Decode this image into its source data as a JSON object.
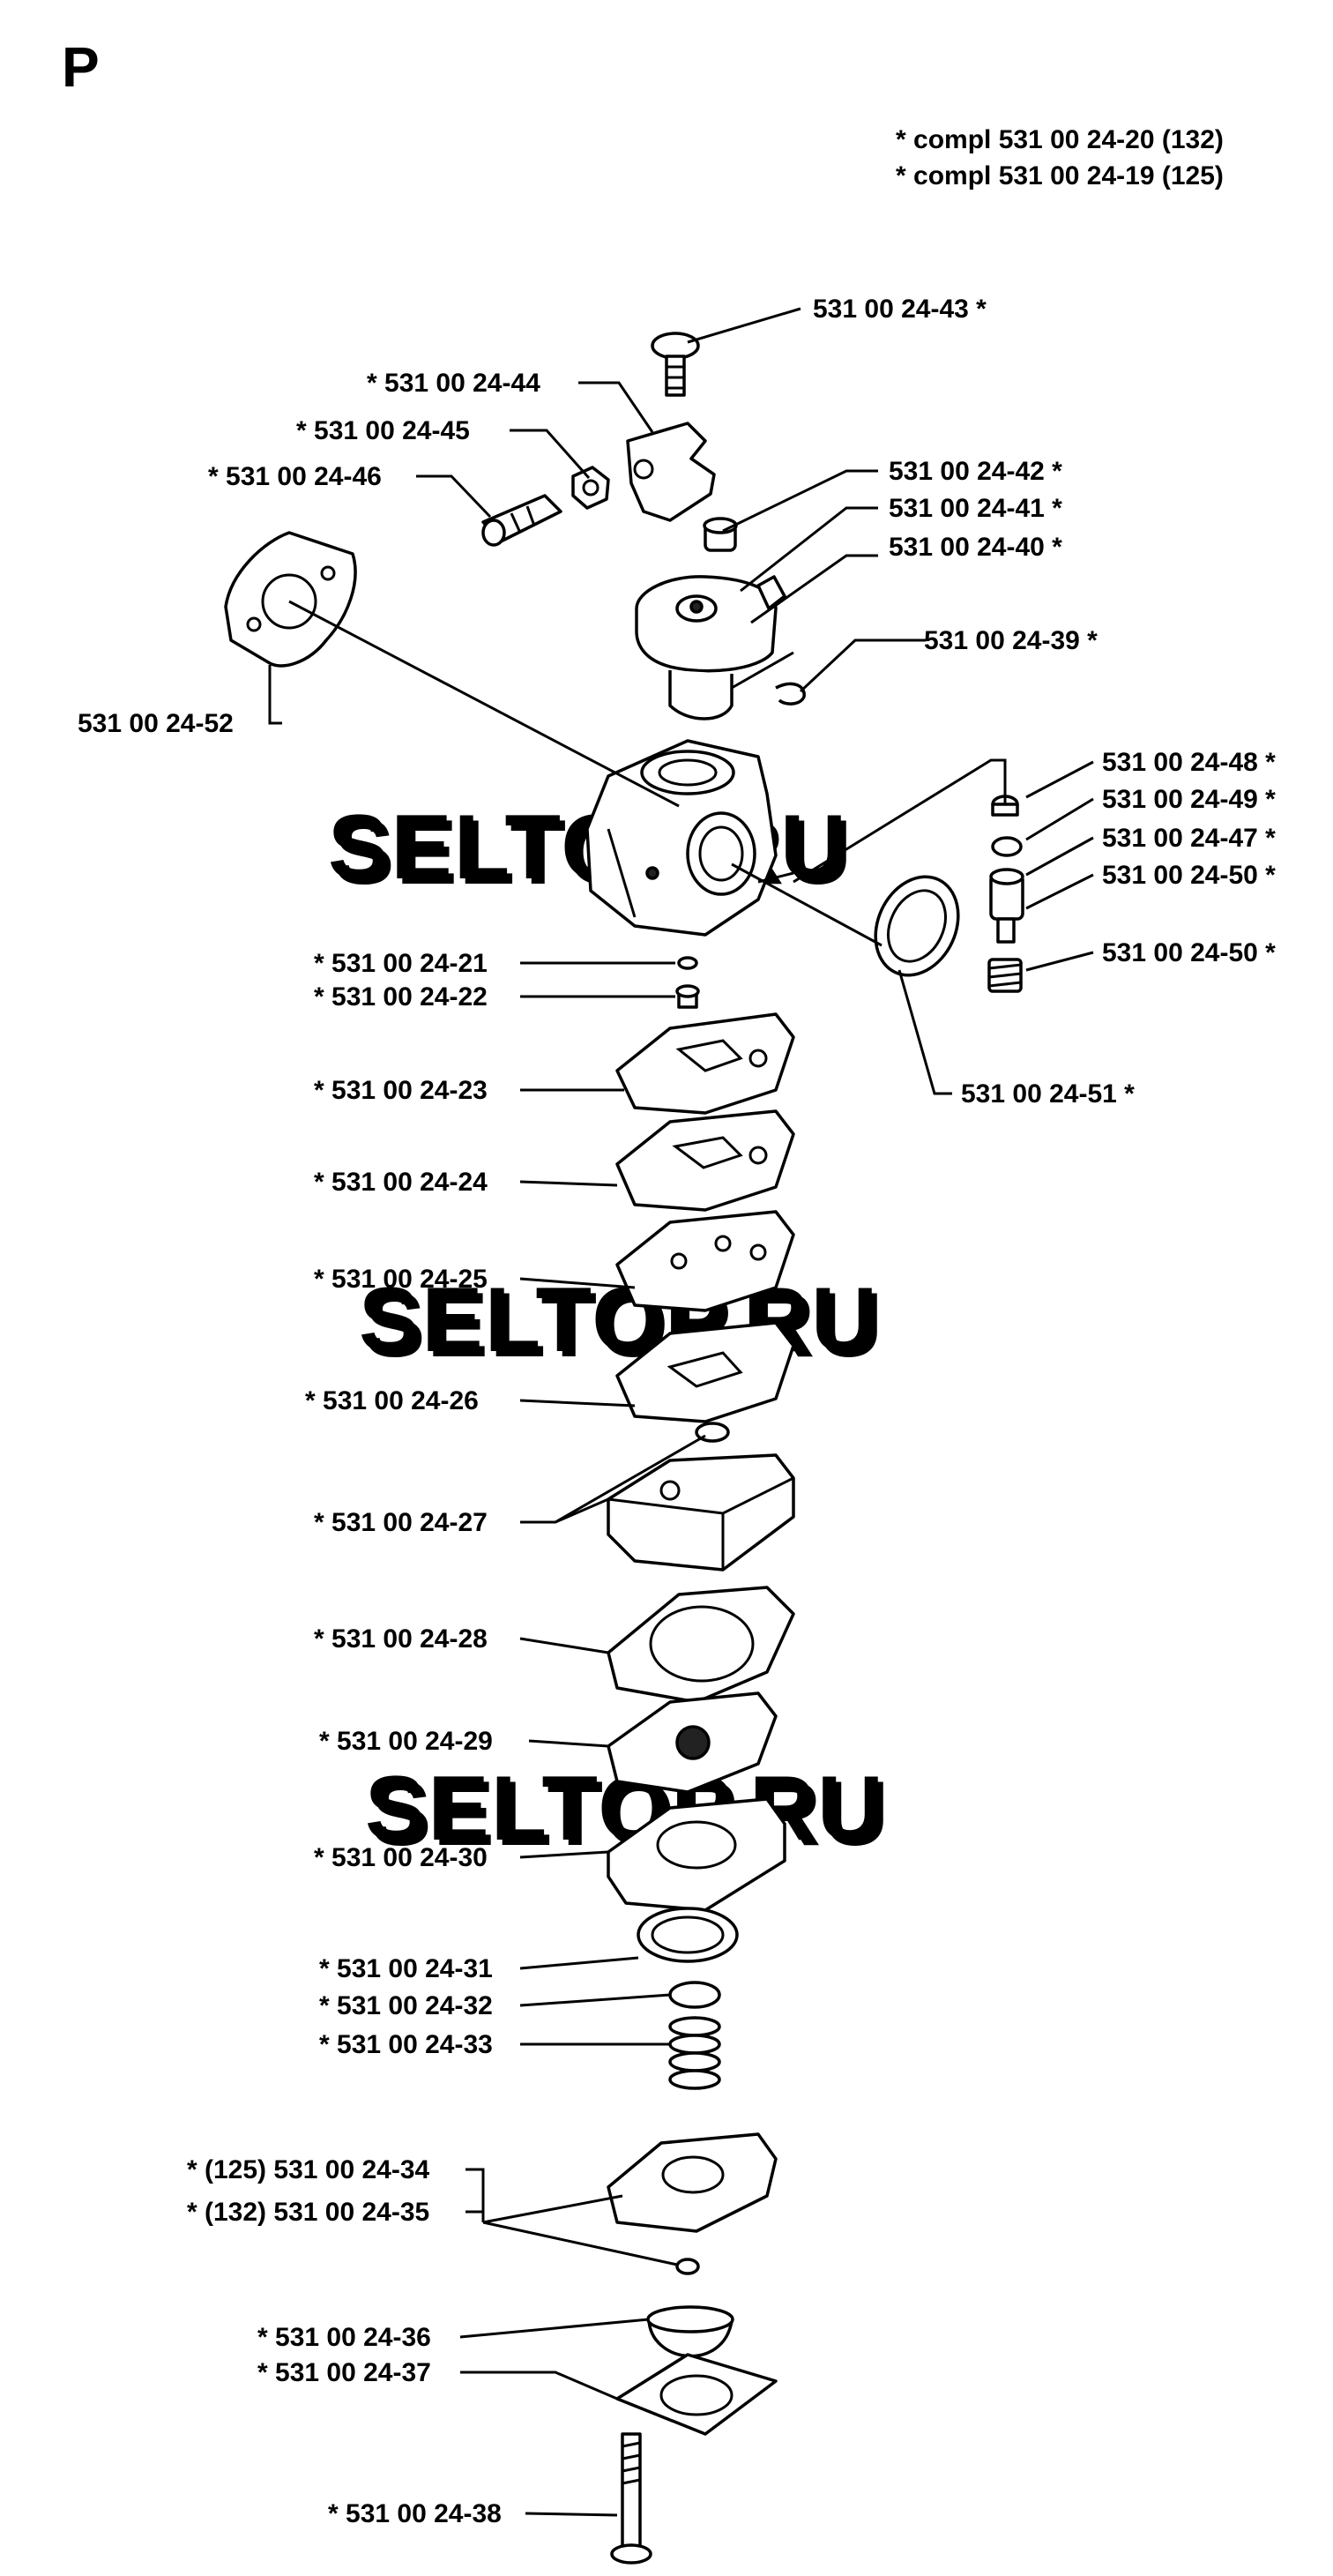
{
  "section_letter": "P",
  "assembly_notes": [
    "*  compl 531 00 24-20 (132)",
    "*  compl 531 00 24-19 (125)"
  ],
  "watermarks": [
    "SELTOP.RU",
    "SELTOP.RU",
    "SELTOP.RU"
  ],
  "part_labels": [
    "531 00 24-43  *",
    "*  531 00 24-44",
    "*  531 00 24-45",
    "*  531 00 24-46",
    "531 00 24-42  *",
    "531 00 24-41  *",
    "531 00 24-40  *",
    "531 00 24-39  *",
    "531 00 24-52",
    "531 00 24-48  *",
    "531 00 24-49  *",
    "531 00 24-47  *",
    "531 00 24-50  *",
    "531 00 24-50  *",
    "*  531 00 24-21",
    "*  531 00 24-22",
    "531 00 24-51  *",
    "*  531 00 24-23",
    "*  531 00 24-24",
    "*  531 00 24-25",
    "*  531 00 24-26",
    "*  531 00 24-27",
    "*  531 00 24-28",
    "*  531 00 24-29",
    "*  531 00 24-30",
    "*  531 00 24-31",
    "*  531 00 24-32",
    "*  531 00 24-33",
    "*  (125) 531 00 24-34",
    "*  (132) 531 00 24-35",
    "*  531 00 24-36",
    "*  531 00 24-37",
    "*  531 00 24-38"
  ]
}
